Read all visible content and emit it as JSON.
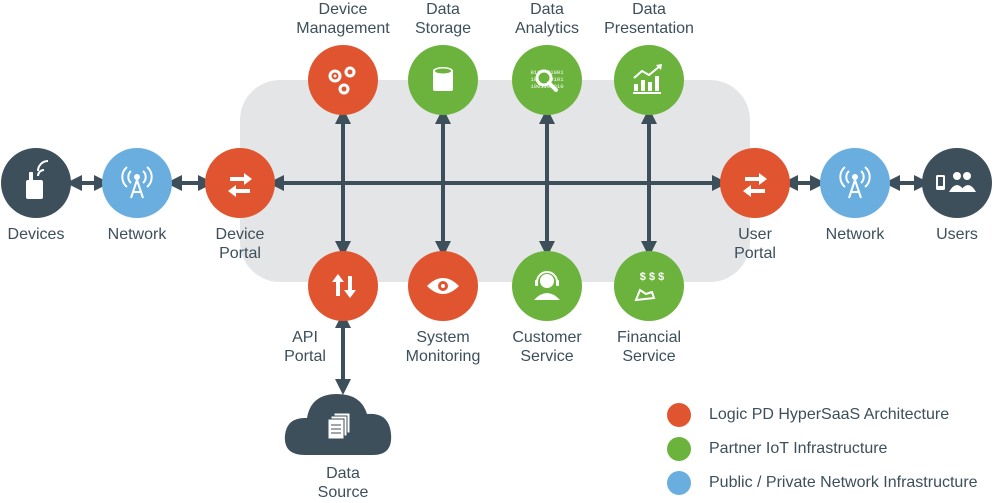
{
  "nodes": {
    "devices": "Devices",
    "network_left": "Network",
    "device_portal": [
      "Device",
      "Portal"
    ],
    "device_management": [
      "Device",
      "Management"
    ],
    "data_storage": [
      "Data",
      "Storage"
    ],
    "data_analytics": [
      "Data",
      "Analytics"
    ],
    "data_presentation": [
      "Data",
      "Presentation"
    ],
    "api_portal": [
      "API",
      "Portal"
    ],
    "system_monitoring": [
      "System",
      "Monitoring"
    ],
    "customer_service": [
      "Customer",
      "Service"
    ],
    "financial_service": [
      "Financial",
      "Service"
    ],
    "user_portal": [
      "User",
      "Portal"
    ],
    "network_right": "Network",
    "users": "Users",
    "data_source": [
      "Data",
      "Source"
    ]
  },
  "analytics_icon_digits": [
    "0110101001",
    "1011010101",
    "1001101010"
  ],
  "financial_icon_symbols": "$ $ $",
  "legend": [
    {
      "label": "Logic PD HyperSaaS Architecture",
      "color": "#e0552f"
    },
    {
      "label": "Partner IoT Infrastructure",
      "color": "#6cb33e"
    },
    {
      "label": "Public / Private Network Infrastructure",
      "color": "#6aaee0"
    }
  ],
  "colors": {
    "orange": "#e0552f",
    "green": "#6cb33e",
    "blue": "#6aaee0",
    "dark": "#3d4f5a",
    "panel": "#e4e5e6",
    "connector": "#3d4f5a"
  }
}
